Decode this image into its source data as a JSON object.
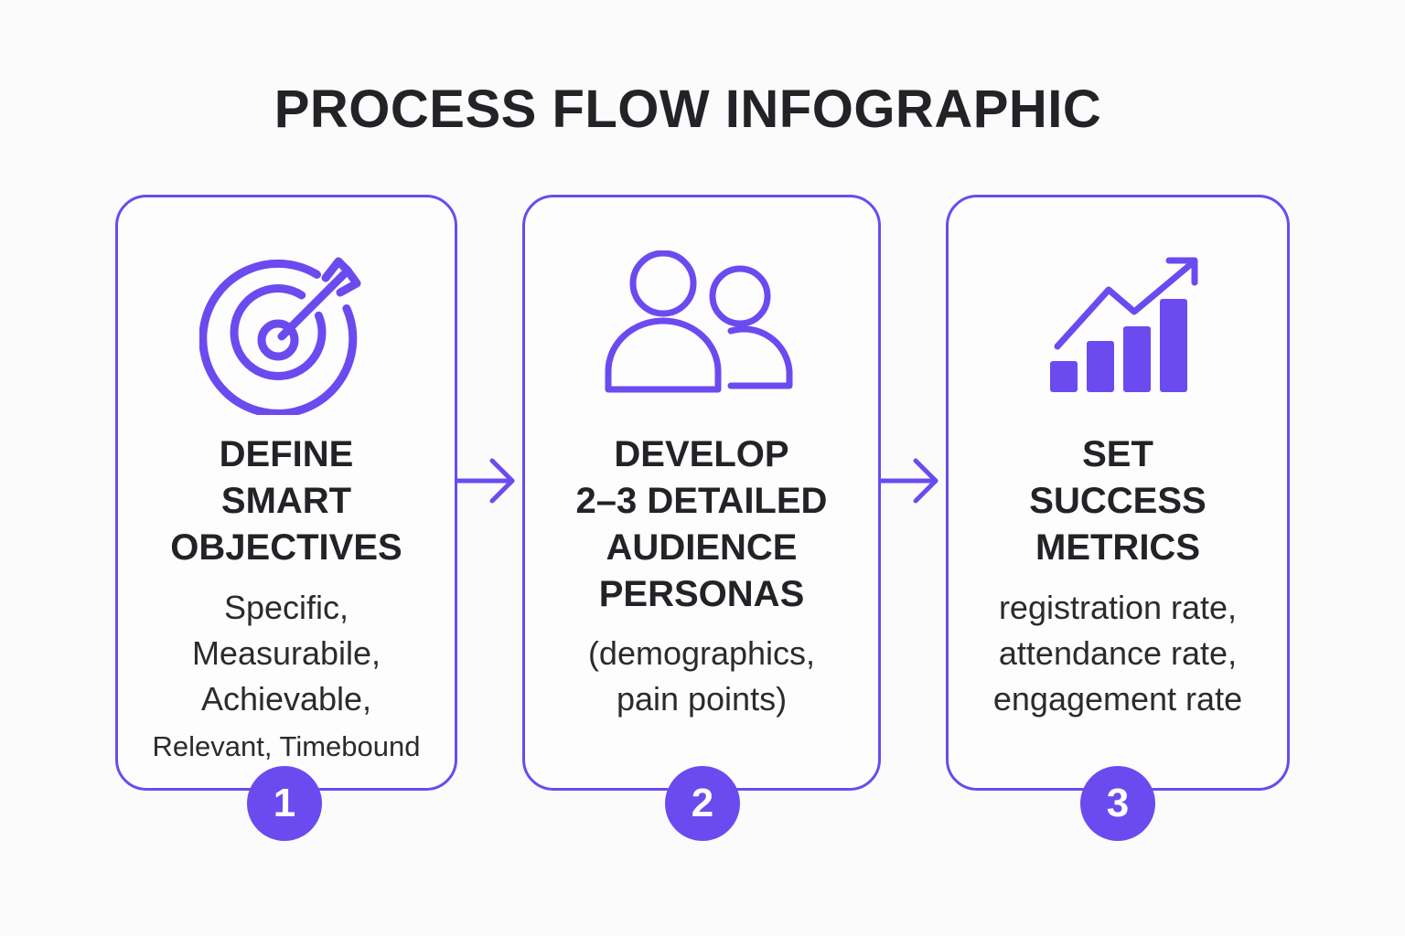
{
  "title": "PROCESS FLOW INFOGRAPHIC",
  "colors": {
    "accent": "#6b4bef",
    "text": "#222326",
    "background": "#fbfbfc"
  },
  "steps": [
    {
      "number": "1",
      "icon": "target-arrow-icon",
      "heading": "DEFINE\nSMART\nOBJECTIVES",
      "description": "Specific,\nMeasurabile,\nAchievable,",
      "description_small": "Relevant, Timebound"
    },
    {
      "number": "2",
      "icon": "users-icon",
      "heading": "DEVELOP\n2–3 DETAILED\nAUDIENCE\nPERSONAS",
      "description": "(demographics,\npain points)"
    },
    {
      "number": "3",
      "icon": "growth-chart-icon",
      "heading": "SET\nSUCCESS\nMETRICS",
      "description": "registration rate,\nattendance rate,\nengagement rate"
    }
  ]
}
